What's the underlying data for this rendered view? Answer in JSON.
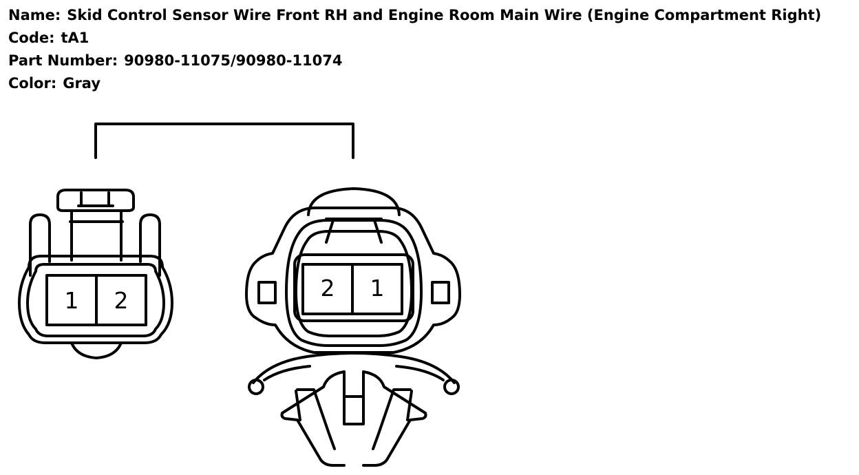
{
  "info": {
    "name_label": "Name:",
    "name_value": "Skid Control Sensor Wire Front RH and Engine Room Main Wire (Engine Compartment Right)",
    "code_label": "Code:",
    "code_value": "tA1",
    "part_label": "Part Number:",
    "part_value": "90980-11075/90980-11074",
    "color_label": "Color:",
    "color_value": "Gray"
  },
  "connectors": {
    "left_pins": [
      "1",
      "2"
    ],
    "right_pins": [
      "2",
      "1"
    ]
  }
}
